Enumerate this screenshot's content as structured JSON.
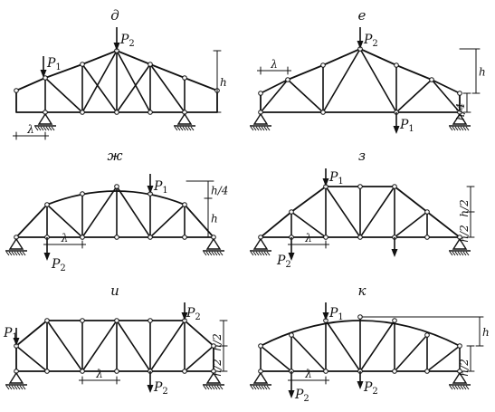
{
  "panels": [
    {
      "id": "d",
      "title": "д",
      "labels": {
        "P1": "P",
        "P1_sub": "1",
        "P2": "P",
        "P2_sub": "2",
        "h": "h",
        "lambda": "λ"
      }
    },
    {
      "id": "e",
      "title": "е",
      "labels": {
        "P1": "P",
        "P1_sub": "1",
        "P2": "P",
        "P2_sub": "2",
        "h": "h",
        "h4": "h/4",
        "lambda": "λ"
      }
    },
    {
      "id": "zh",
      "title": "ж",
      "labels": {
        "P1": "P",
        "P1_sub": "1",
        "P2": "P",
        "P2_sub": "2",
        "h": "h",
        "h4": "h/4",
        "lambda": "λ"
      }
    },
    {
      "id": "z",
      "title": "з",
      "labels": {
        "P1": "P",
        "P1_sub": "1",
        "P2": "P",
        "P2_sub": "2",
        "h2a": "h/2",
        "h2b": "h/2",
        "lambda": "λ"
      }
    },
    {
      "id": "i",
      "title": "и",
      "labels": {
        "P1": "P",
        "P1_sub": "1",
        "P2a": "P",
        "P2a_sub": "2",
        "P2b": "P",
        "P2b_sub": "2",
        "h2a": "h/2",
        "h2b": "h/2",
        "lambda": "λ"
      }
    },
    {
      "id": "k",
      "title": "к",
      "labels": {
        "P1": "P",
        "P1_sub": "1",
        "P2a": "P",
        "P2a_sub": "2",
        "P2b": "P",
        "P2b_sub": "2",
        "h": "h",
        "h2": "h/2",
        "lambda": "λ"
      }
    }
  ],
  "colors": {
    "line": "#111111",
    "node_fill": "#ffffff"
  }
}
